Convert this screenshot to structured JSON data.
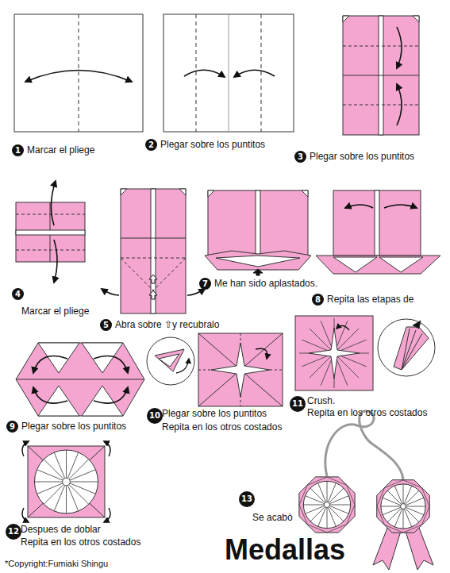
{
  "diagram": {
    "title": "Medallas",
    "nodes": [
      {
        "text": [
          "1"
        ]
      },
      {
        "text": [
          "2"
        ]
      },
      {
        "text": [
          "3"
        ]
      },
      {
        "text": [
          "4"
        ]
      },
      {
        "text": [
          "5"
        ]
      },
      {
        "text": [
          "7"
        ]
      },
      {
        "text": [
          "8"
        ]
      },
      {
        "text": [
          "9"
        ]
      },
      {
        "text": [
          "10"
        ]
      },
      {
        "text": [
          "11"
        ]
      },
      {
        "text": [
          "12"
        ]
      },
      {
        "text": [
          "13"
        ]
      }
    ],
    "labels": [
      "Marcar el pliege",
      "Plegar sobre los puntitos",
      "Plegar sobre los puntitos",
      "Marcar el pliege",
      "Abra sobre ⇧y recubralo",
      "Me han sido aplastados.",
      "Repita las etapas de",
      "Plegar sobre los puntitos",
      "Plegar sobre los puntitos",
      "Repita en los otros costados",
      "Crush.",
      "Repita en los otros costados",
      "Despues de doblar",
      "Repita en los otros costados",
      "Se acabò",
      "*Copyright:Fumiaki Shingu"
    ]
  }
}
